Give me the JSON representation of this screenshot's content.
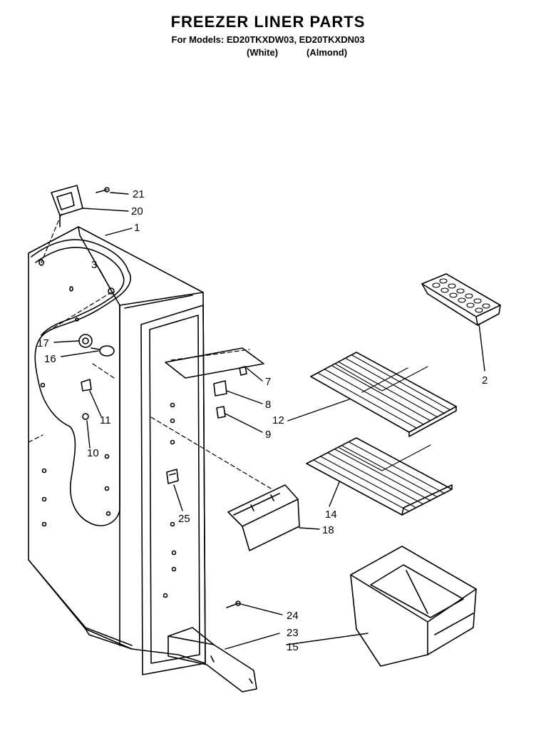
{
  "header": {
    "title": "FREEZER LINER PARTS",
    "models": "For Models: ED20TKXDW03, ED20TKXDN03",
    "variant_white": "(White)",
    "variant_almond": "(Almond)"
  },
  "callouts": [
    "21",
    "20",
    "1",
    "3",
    "17",
    "16",
    "11",
    "10",
    "7",
    "8",
    "12",
    "9",
    "2",
    "14",
    "18",
    "25",
    "24",
    "23",
    "15"
  ]
}
